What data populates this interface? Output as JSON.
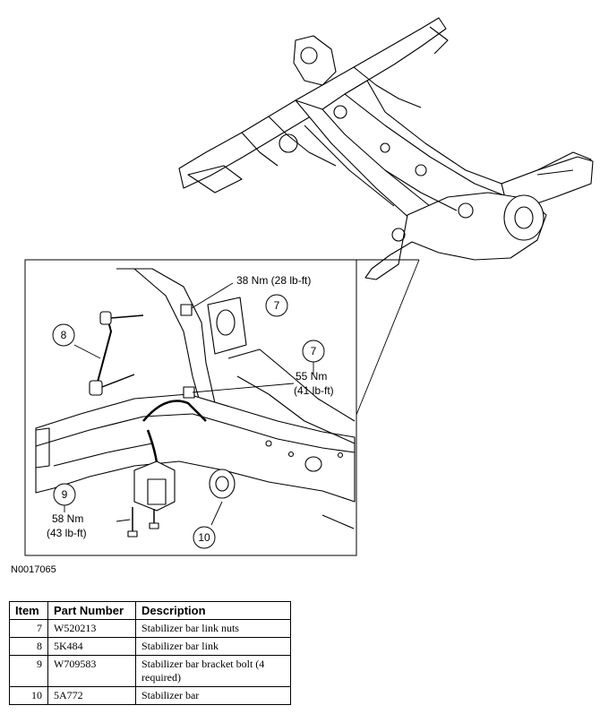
{
  "figure": {
    "id": "N0017065",
    "callouts": {
      "c7a": "7",
      "c7b": "7",
      "c8": "8",
      "c9": "9",
      "c10": "10"
    },
    "torque": {
      "t1": "38 Nm (28 lb-ft)",
      "t2_line1": "55 Nm",
      "t2_line2": "(41 lb-ft)",
      "t3_line1": "58 Nm",
      "t3_line2": "(43 lb-ft)"
    }
  },
  "table": {
    "headers": {
      "item": "Item",
      "part": "Part Number",
      "desc": "Description"
    },
    "rows": [
      {
        "item": "7",
        "part": "W520213",
        "desc": "Stabilizer bar link nuts"
      },
      {
        "item": "8",
        "part": "5K484",
        "desc": "Stabilizer bar link"
      },
      {
        "item": "9",
        "part": "W709583",
        "desc": "Stabilizer bar bracket bolt (4 required)"
      },
      {
        "item": "10",
        "part": "5A772",
        "desc": "Stabilizer bar"
      }
    ]
  }
}
